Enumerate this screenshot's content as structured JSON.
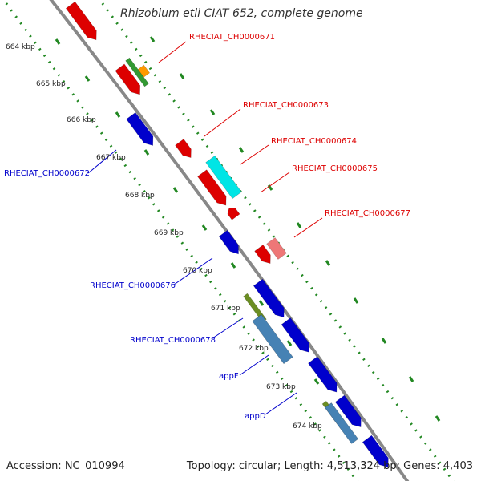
{
  "header": {
    "title": "Rhizobium etli CIAT 652, complete genome"
  },
  "footer": {
    "accession": "Accession: NC_010994",
    "summary": "Topology: circular; Length: 4,513,324 bp; Genes: 4,403"
  },
  "ruler": [
    "664 kbp",
    "665 kbp",
    "666 kbp",
    "667 kbp",
    "668 kbp",
    "669 kbp",
    "670 kbp",
    "671 kbp",
    "672 kbp",
    "673 kbp",
    "674 kbp"
  ],
  "gene_labels": {
    "g671": "RHECIAT_CH0000671",
    "g672": "RHECIAT_CH0000672",
    "g673": "RHECIAT_CH0000673",
    "g674": "RHECIAT_CH0000674",
    "g675": "RHECIAT_CH0000675",
    "g676": "RHECIAT_CH0000676",
    "g677": "RHECIAT_CH0000677",
    "g678": "RHECIAT_CH0000678",
    "appF": "appF",
    "appD": "appD"
  },
  "colors": {
    "forward": "#0000cc",
    "reverse": "#dd0000",
    "reverse_light": "#ee7777",
    "cyan": "#00e5e5",
    "green": "#339933",
    "orange": "#ff9900",
    "steel": "#4682b4",
    "olive": "#6b8e23",
    "backbone": "#888888",
    "tick": "#228822"
  }
}
